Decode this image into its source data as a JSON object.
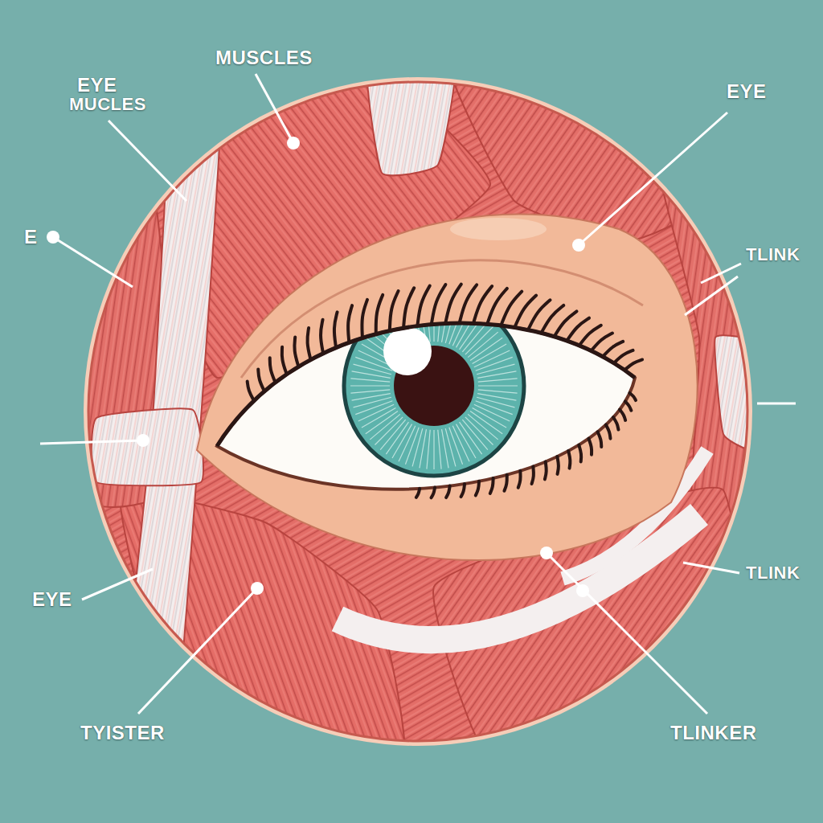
{
  "diagram": {
    "labels": [
      "MUSCLES",
      "EYE",
      "MUCLES",
      "EYE",
      "TLINK",
      "E",
      "EYE",
      "TLINK",
      "TYISTER",
      "TLINKER"
    ]
  }
}
